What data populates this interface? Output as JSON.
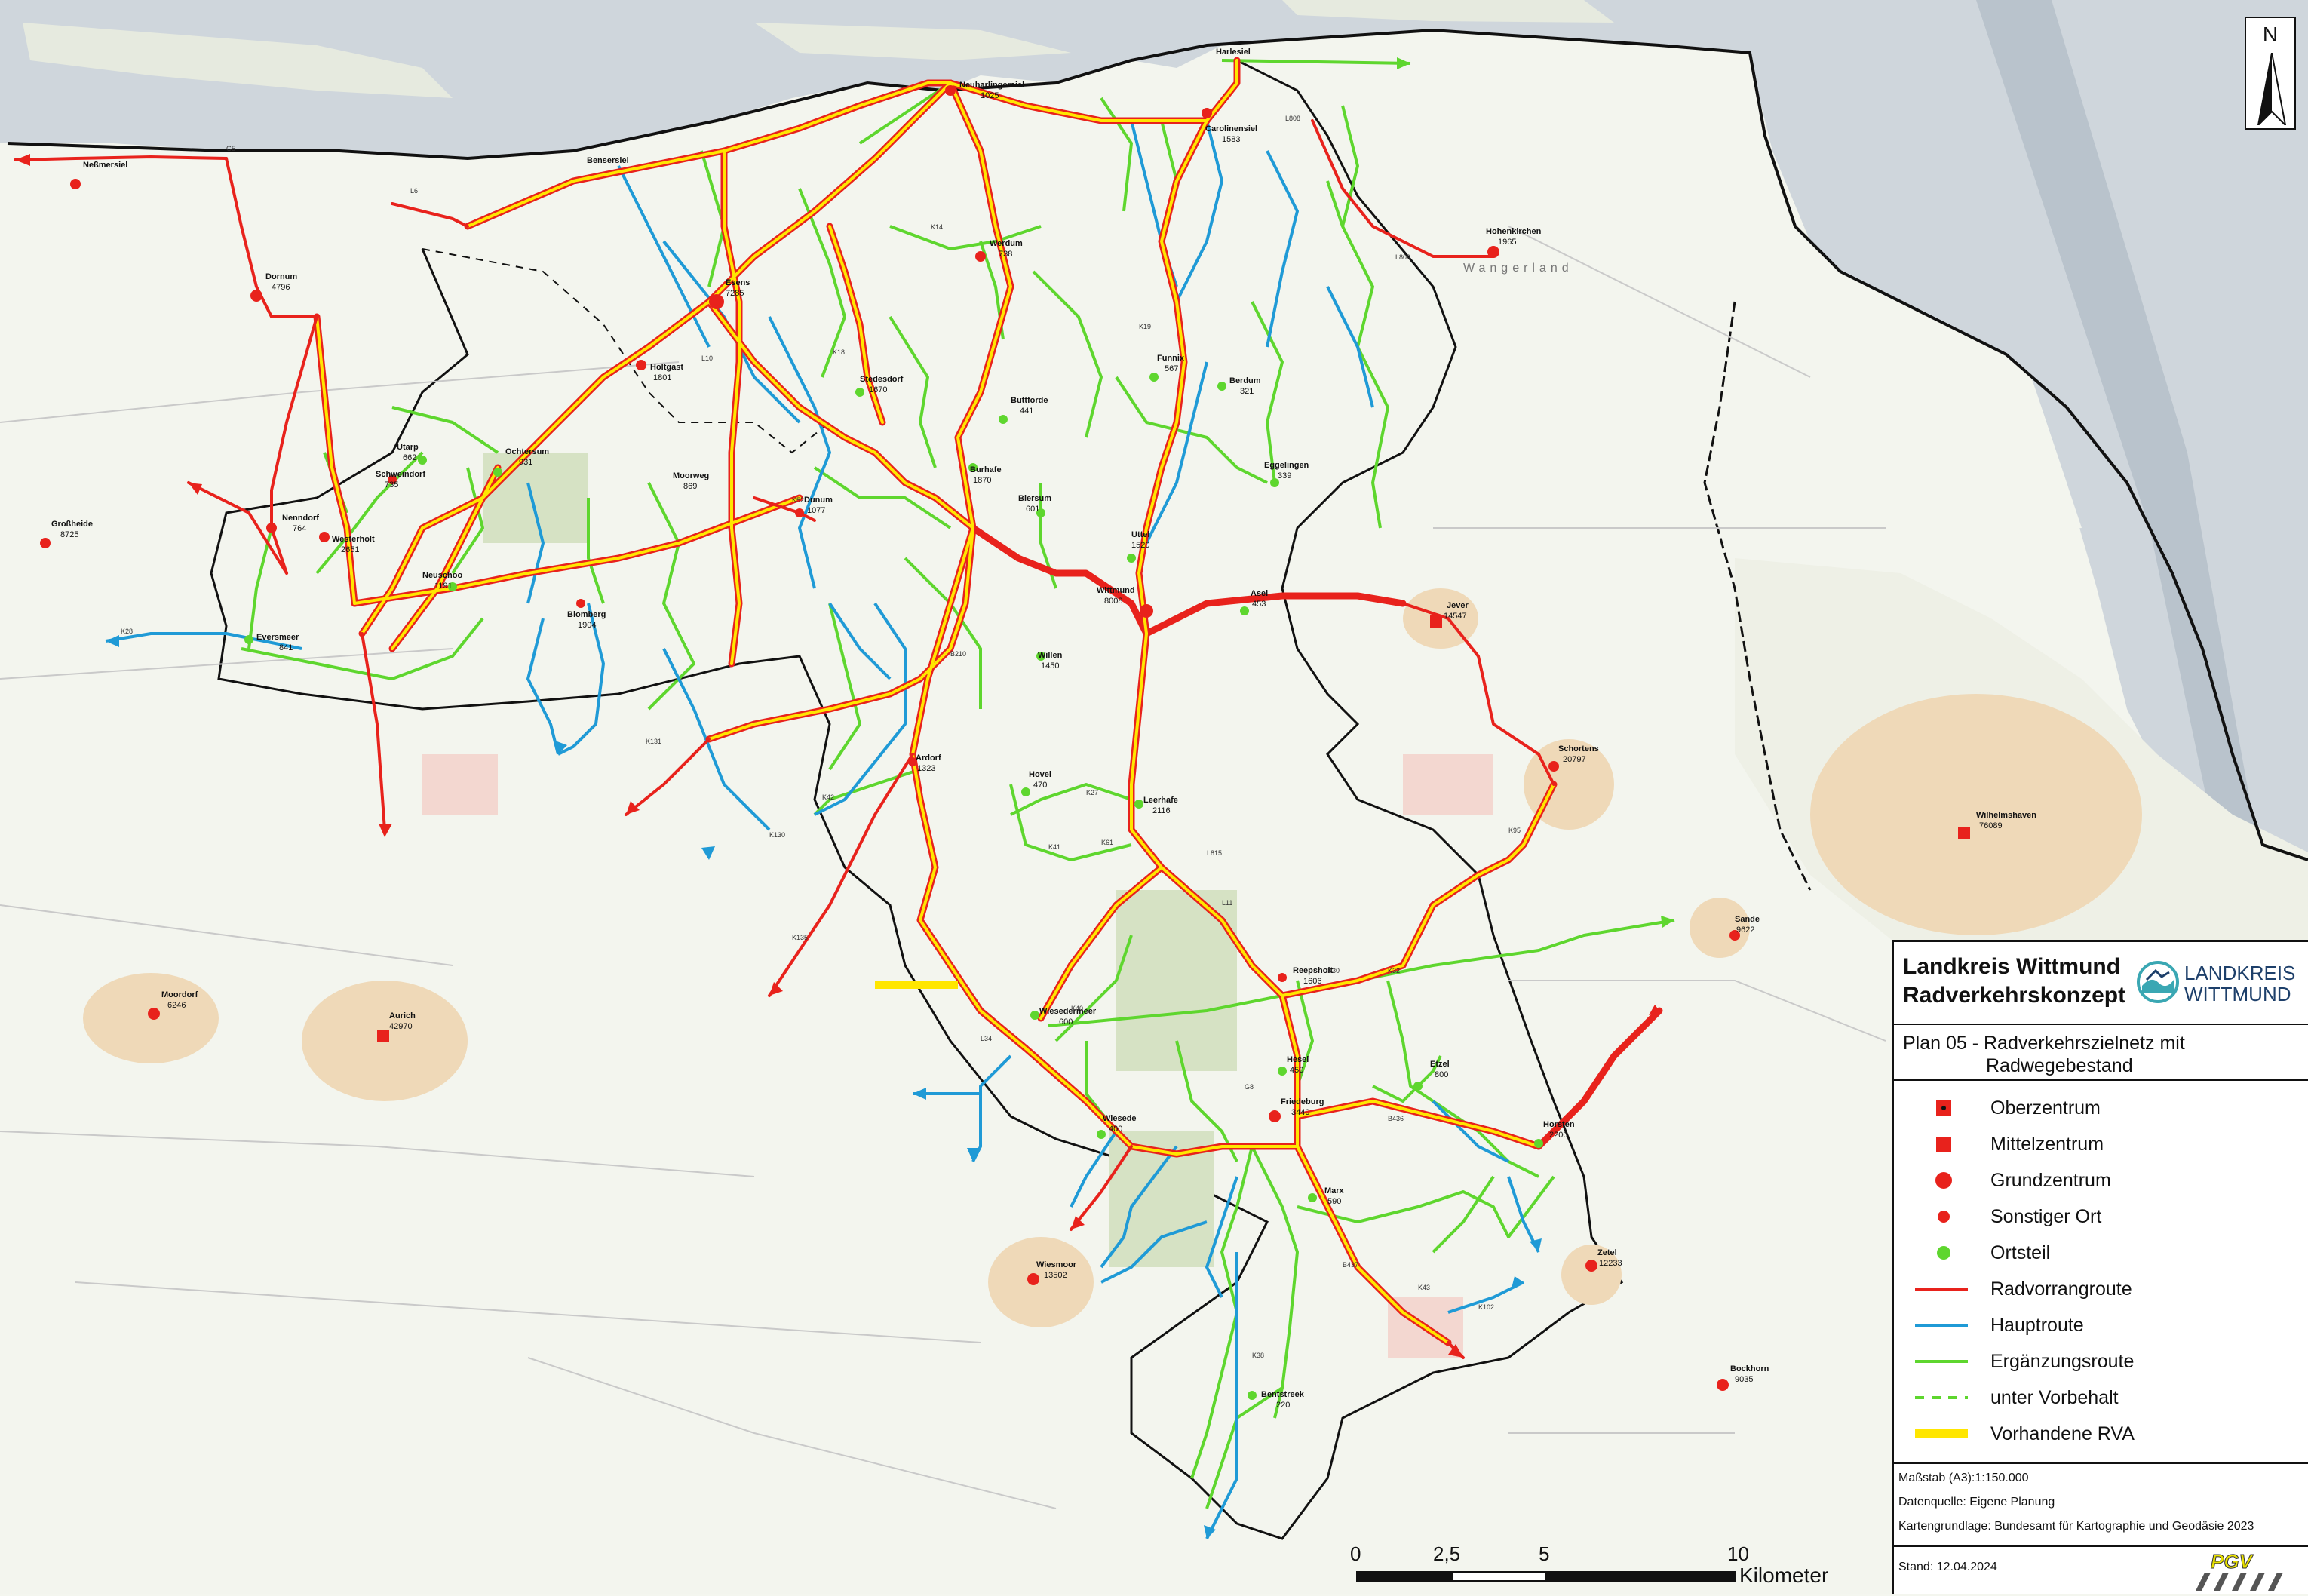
{
  "legend": {
    "title_line1": "Landkreis Wittmund",
    "title_line2": "Radverkehrskonzept",
    "logo_line1": "LANDKREIS",
    "logo_line2": "WITTMUND",
    "plan_line1": "Plan 05 - Radverkehrszielnetz mit",
    "plan_line2": "Radwegebestand",
    "items": [
      {
        "label": "Oberzentrum",
        "symbol": "oberzentrum"
      },
      {
        "label": "Mittelzentrum",
        "symbol": "mittelzentrum"
      },
      {
        "label": "Grundzentrum",
        "symbol": "grundzentrum"
      },
      {
        "label": "Sonstiger Ort",
        "symbol": "sonstiger-ort"
      },
      {
        "label": "Ortsteil",
        "symbol": "ortsteil"
      },
      {
        "label": "Radvorrangroute",
        "symbol": "line-red"
      },
      {
        "label": "Hauptroute",
        "symbol": "line-blue"
      },
      {
        "label": "Ergänzungsroute",
        "symbol": "line-green"
      },
      {
        "label": "unter Vorbehalt",
        "symbol": "line-green-dashed"
      },
      {
        "label": "Vorhandene RVA",
        "symbol": "line-yellow"
      }
    ],
    "scale_text": "Maßstab (A3):1:150.000",
    "source_text": "Datenquelle: Eigene Planung",
    "basemap_text": "Kartengrundlage: Bundesamt für Kartographie und Geodäsie 2023",
    "stand_text": "Stand: 12.04.2024",
    "pgv_text": "PGV"
  },
  "north_label": "N",
  "scalebar": {
    "ticks": [
      "0",
      "2,5",
      "5",
      "10"
    ],
    "unit": "Kilometer"
  },
  "colors": {
    "radvorrang": "#e8221c",
    "hauptroute": "#1f9ad6",
    "ergaenzung": "#5ed62e",
    "rva": "#ffe600",
    "border": "#111111",
    "sea": "#cfd6dc",
    "land": "#f3f5ee"
  },
  "region_label": "Wangerland",
  "places": [
    {
      "name": "Neßmersiel",
      "pop": ""
    },
    {
      "name": "Neuharlingersiel",
      "pop": "1025"
    },
    {
      "name": "Harlesiel",
      "pop": ""
    },
    {
      "name": "Carolinensiel",
      "pop": "1583"
    },
    {
      "name": "Bensersiel",
      "pop": ""
    },
    {
      "name": "Dornum",
      "pop": "4796"
    },
    {
      "name": "Esens",
      "pop": "7285"
    },
    {
      "name": "Werdum",
      "pop": "738"
    },
    {
      "name": "Hohenkirchen",
      "pop": "1965"
    },
    {
      "name": "Holtgast",
      "pop": "1801"
    },
    {
      "name": "Stedesdorf",
      "pop": "1670"
    },
    {
      "name": "Funnix",
      "pop": "567"
    },
    {
      "name": "Berdum",
      "pop": "321"
    },
    {
      "name": "Buttforde",
      "pop": "441"
    },
    {
      "name": "Utarp",
      "pop": "662"
    },
    {
      "name": "Ochtersum",
      "pop": "931"
    },
    {
      "name": "Schweindorf",
      "pop": "735"
    },
    {
      "name": "Moorweg",
      "pop": "869"
    },
    {
      "name": "Burhafe",
      "pop": "1870"
    },
    {
      "name": "Eggelingen",
      "pop": "339"
    },
    {
      "name": "Großheide",
      "pop": "8725"
    },
    {
      "name": "Nenndorf",
      "pop": "764"
    },
    {
      "name": "Westerholt",
      "pop": "2651"
    },
    {
      "name": "Dunum",
      "pop": "1077"
    },
    {
      "name": "Blersum",
      "pop": "601"
    },
    {
      "name": "Uttel",
      "pop": "1520"
    },
    {
      "name": "Neuschoo",
      "pop": "1191"
    },
    {
      "name": "Blomberg",
      "pop": "1904"
    },
    {
      "name": "Wittmund",
      "pop": "8008"
    },
    {
      "name": "Asel",
      "pop": "453"
    },
    {
      "name": "Jever",
      "pop": "14547"
    },
    {
      "name": "Eversmeer",
      "pop": "841"
    },
    {
      "name": "Willen",
      "pop": "1450"
    },
    {
      "name": "Schortens",
      "pop": "20797"
    },
    {
      "name": "Ardorf",
      "pop": "1323"
    },
    {
      "name": "Hovel",
      "pop": "470"
    },
    {
      "name": "Leerhafe",
      "pop": "2116"
    },
    {
      "name": "Wilhelmshaven",
      "pop": "76089"
    },
    {
      "name": "Sande",
      "pop": "9622"
    },
    {
      "name": "Reepsholt",
      "pop": "1606"
    },
    {
      "name": "Moordorf",
      "pop": "6246"
    },
    {
      "name": "Aurich",
      "pop": "42970"
    },
    {
      "name": "Wiesedermeer",
      "pop": "600"
    },
    {
      "name": "Hesel",
      "pop": "450"
    },
    {
      "name": "Etzel",
      "pop": "800"
    },
    {
      "name": "Friedeburg",
      "pop": "3440"
    },
    {
      "name": "Wiesede",
      "pop": "400"
    },
    {
      "name": "Horsten",
      "pop": "2200"
    },
    {
      "name": "Marx",
      "pop": "590"
    },
    {
      "name": "Wiesmoor",
      "pop": "13502"
    },
    {
      "name": "Zetel",
      "pop": "12233"
    },
    {
      "name": "Bentstreek",
      "pop": "220"
    },
    {
      "name": "Bockhorn",
      "pop": "9035"
    }
  ],
  "road_labels": [
    "G5",
    "L6",
    "K14",
    "K18",
    "L10",
    "K19",
    "L808",
    "L809",
    "K40",
    "K52",
    "L34",
    "B210",
    "B436",
    "B437",
    "K38",
    "L11",
    "K30",
    "K32",
    "K41",
    "K42",
    "K61",
    "L815",
    "K95",
    "K27",
    "K28",
    "G8",
    "K43",
    "K102",
    "K130",
    "K131",
    "K135"
  ]
}
